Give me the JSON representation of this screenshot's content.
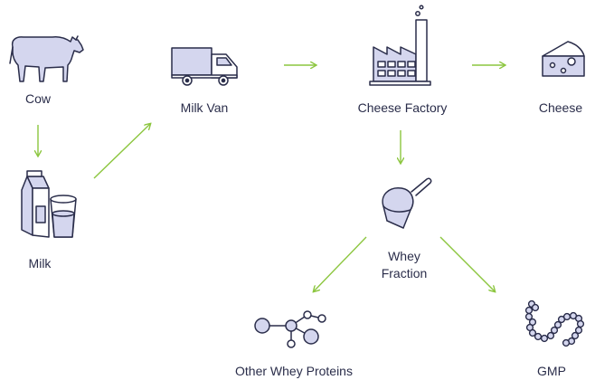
{
  "nodes": {
    "cow": {
      "label": "Cow",
      "icon": "cow-icon"
    },
    "milk": {
      "label": "Milk",
      "icon": "milk-carton-and-glass-icon"
    },
    "milk_van": {
      "label": "Milk Van",
      "icon": "delivery-truck-icon"
    },
    "cheese_factory": {
      "label": "Cheese Factory",
      "icon": "factory-icon"
    },
    "cheese": {
      "label": "Cheese",
      "icon": "cheese-icon"
    },
    "whey_fraction": {
      "label_line1": "Whey",
      "label_line2": "Fraction",
      "icon": "scoop-icon"
    },
    "other_whey_proteins": {
      "label": "Other Whey Proteins",
      "icon": "molecule-icon"
    },
    "gmp": {
      "label": "GMP",
      "icon": "peptide-chain-icon"
    }
  },
  "edges": [
    {
      "from": "cow",
      "to": "milk"
    },
    {
      "from": "milk",
      "to": "milk_van"
    },
    {
      "from": "milk_van",
      "to": "cheese_factory"
    },
    {
      "from": "cheese_factory",
      "to": "cheese"
    },
    {
      "from": "cheese_factory",
      "to": "whey_fraction"
    },
    {
      "from": "whey_fraction",
      "to": "other_whey_proteins"
    },
    {
      "from": "whey_fraction",
      "to": "gmp"
    }
  ],
  "colors": {
    "icon_stroke": "#2a2d4a",
    "icon_fill": "#d4d6ee",
    "arrow": "#8cc63f",
    "text": "#2a2d4a"
  }
}
